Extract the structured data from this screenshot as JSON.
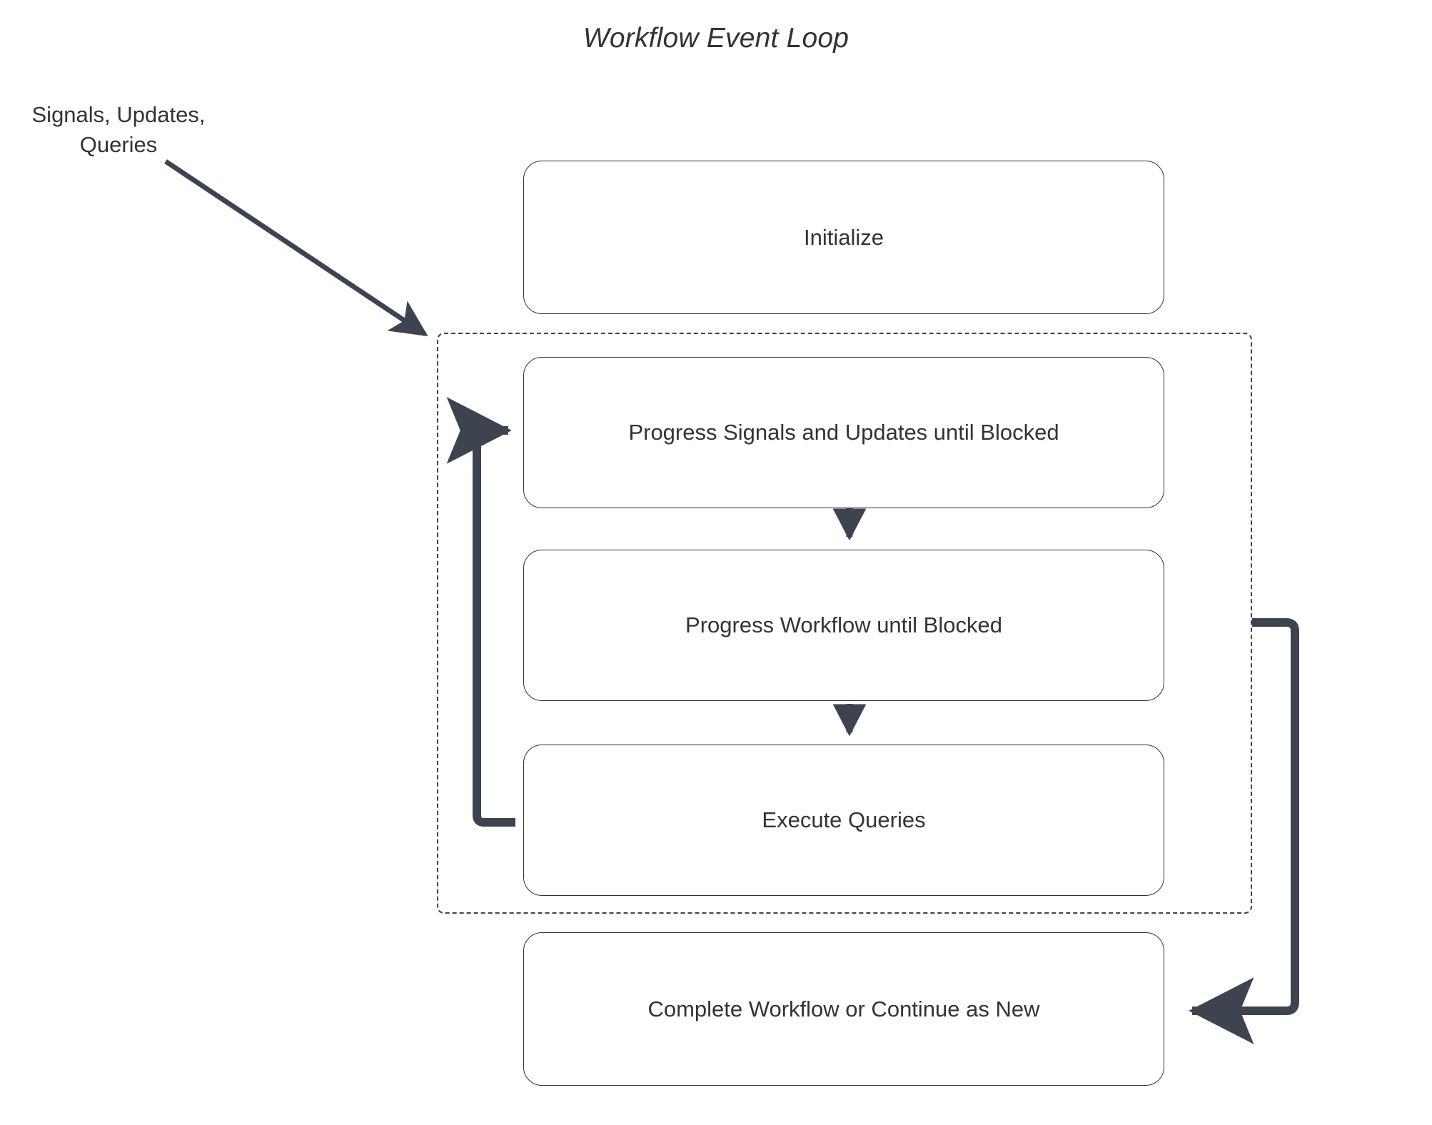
{
  "diagram": {
    "title": "Workflow Event Loop",
    "external_label": "Signals, Updates,\nQueries",
    "accent_color": "#3d4450",
    "box_border_color": "#333333",
    "box_fill_color": "#ffffff",
    "dashed_border_color": "#444444",
    "nodes": [
      {
        "id": "initialize",
        "label": "Initialize"
      },
      {
        "id": "progress-signals",
        "label": "Progress Signals and Updates until Blocked"
      },
      {
        "id": "progress-workflow",
        "label": "Progress Workflow until Blocked"
      },
      {
        "id": "execute-queries",
        "label": "Execute Queries"
      },
      {
        "id": "complete-workflow",
        "label": "Complete Workflow or Continue as New"
      }
    ],
    "loop_group": {
      "id": "event-loop-group",
      "style": "dashed",
      "members": [
        "progress-signals",
        "progress-workflow",
        "execute-queries"
      ]
    },
    "edges": [
      {
        "from": "external-input",
        "to": "event-loop-group",
        "style": "diagonal-arrow"
      },
      {
        "from": "progress-signals",
        "to": "progress-workflow",
        "style": "down-arrow"
      },
      {
        "from": "progress-workflow",
        "to": "execute-queries",
        "style": "down-arrow"
      },
      {
        "from": "execute-queries",
        "to": "progress-signals",
        "style": "loop-back-left"
      },
      {
        "from": "event-loop-group",
        "to": "complete-workflow",
        "style": "loop-right-down"
      }
    ]
  }
}
